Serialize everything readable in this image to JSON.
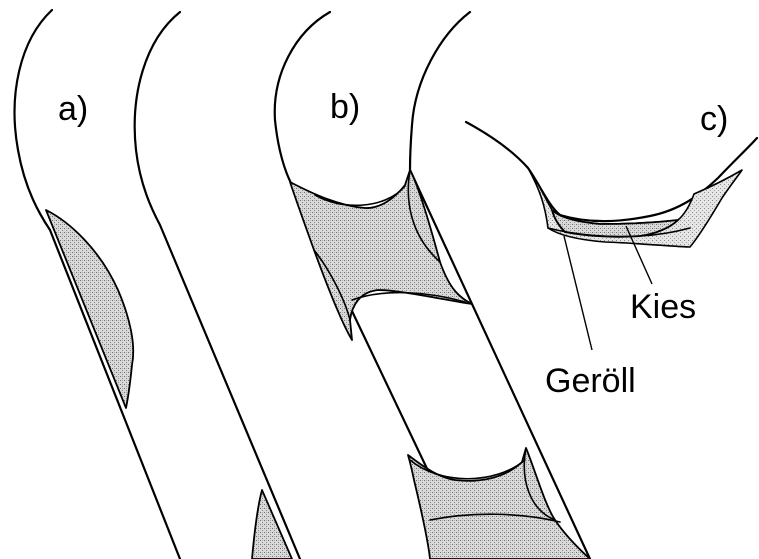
{
  "labels": {
    "panel_a": "a)",
    "panel_b": "b)",
    "panel_c": "c)",
    "kies": "Kies",
    "geroell": "Geröll"
  }
}
